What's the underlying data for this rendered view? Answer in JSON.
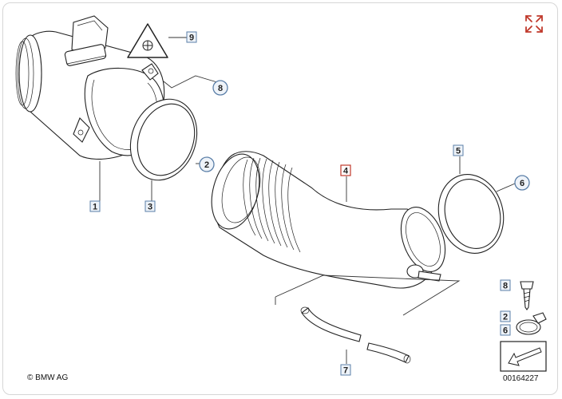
{
  "diagram": {
    "copyright": "© BMW AG",
    "diagram_number": "00164227",
    "callouts": {
      "c1": "1",
      "c2": "2",
      "c3": "3",
      "c4": "4",
      "c5": "5",
      "c6": "6",
      "c7": "7",
      "c8": "8",
      "c9": "9",
      "legend8": "8",
      "legend2": "2",
      "legend6": "6"
    }
  },
  "colors": {
    "accent": "#c0392b",
    "callout_border": "#5b7fa8"
  },
  "icons": {
    "expand": "expand-arrows-icon",
    "warning": "warning-triangle-icon"
  }
}
